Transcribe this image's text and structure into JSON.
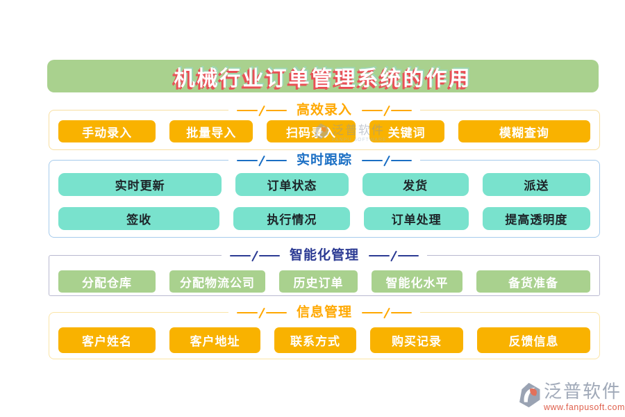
{
  "title": "机械行业订单管理系统的作用",
  "sections": [
    {
      "label": "高效录入",
      "rows": [
        [
          "手动录入",
          "批量导入",
          "扫码录入",
          "关键词",
          "模糊查询"
        ]
      ]
    },
    {
      "label": "实时跟踪",
      "rows": [
        [
          "实时更新",
          "订单状态",
          "发货",
          "派送"
        ],
        [
          "签收",
          "执行情况",
          "订单处理",
          "提高透明度"
        ]
      ]
    },
    {
      "label": "智能化管理",
      "rows": [
        [
          "分配仓库",
          "分配物流公司",
          "历史订单",
          "智能化水平",
          "备货准备"
        ]
      ]
    },
    {
      "label": "信息管理",
      "rows": [
        [
          "客户姓名",
          "客户地址",
          "联系方式",
          "购买记录",
          "反馈信息"
        ]
      ]
    }
  ],
  "watermark": {
    "name": "泛普软件",
    "subtitle": "FANPU SOFTWARE"
  },
  "footer": {
    "brand": "泛普软件",
    "url": "www.fanpusoft.com"
  },
  "colors": {
    "title_bg": "#a9d18e",
    "title_shadow": "#f0414e",
    "amber_button": "#f9b200",
    "teal_button": "#79e2cd",
    "green_button": "#a9d18e",
    "orange_header": "#ffa800",
    "blue_header": "#1b6fc4",
    "navy_header": "#2b3a93",
    "footer_url_color": "#df604d"
  }
}
